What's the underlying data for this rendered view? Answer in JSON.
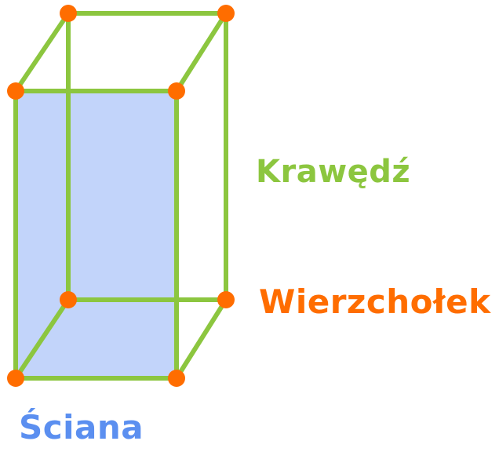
{
  "labels": {
    "edge": "Krawędź",
    "vertex": "Wierzchołek",
    "face": "Ściana"
  },
  "colors": {
    "edge": "#8cc63f",
    "vertex": "#ff6d00",
    "face_fill": "#c2d4fa",
    "face_label": "#5b8ff0"
  }
}
